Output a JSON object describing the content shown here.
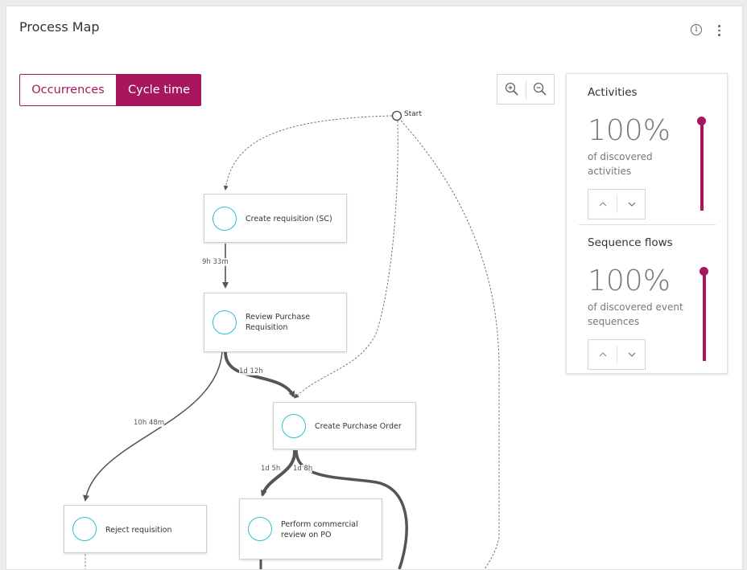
{
  "header": {
    "title": "Process Map",
    "info_icon": "info-icon",
    "more_icon": "more-vertical-icon"
  },
  "view_toggle": {
    "occurrences_label": "Occurrences",
    "cycle_time_label": "Cycle time",
    "active": "Cycle time"
  },
  "zoom": {
    "zoom_in_icon": "zoom-in-icon",
    "zoom_out_icon": "zoom-out-icon"
  },
  "colors": {
    "accent": "#a8175e",
    "node_circle": "#29c0cc",
    "edge": "#555555"
  },
  "map": {
    "start_label": "Start",
    "nodes": {
      "create_requisition": "Create requisition (SC)",
      "review_pr": "Review Purchase Requisition",
      "create_po": "Create Purchase Order",
      "reject_requisition": "Reject requisition",
      "perform_review": "Perform commercial review on PO"
    },
    "edges": {
      "create_to_review": "9h 33m",
      "review_to_po": "1d 12h",
      "review_to_reject": "10h 48m",
      "po_to_review_po": "1d 5h",
      "po_to_next": "1d 8h"
    }
  },
  "filters": {
    "activities": {
      "title": "Activities",
      "percent": "100%",
      "subtitle": "of discovered activities",
      "level": 1.0,
      "up_icon": "chevron-up-icon",
      "down_icon": "chevron-down-icon"
    },
    "sequence_flows": {
      "title": "Sequence flows",
      "percent": "100%",
      "subtitle": "of discovered event sequences",
      "level": 1.0,
      "up_icon": "chevron-up-icon",
      "down_icon": "chevron-down-icon"
    }
  }
}
